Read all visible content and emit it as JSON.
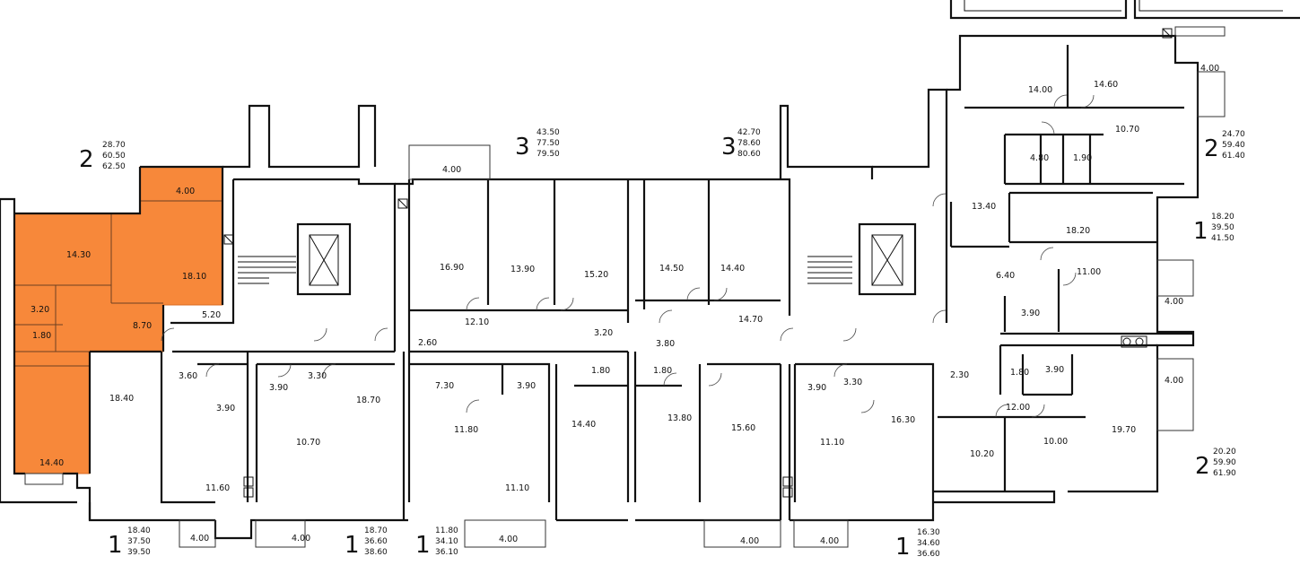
{
  "highlight_color": "#f7883a",
  "room_areas": [
    {
      "id": "a1",
      "text": "4.00"
    },
    {
      "id": "a2",
      "text": "14.30"
    },
    {
      "id": "a3",
      "text": "18.10"
    },
    {
      "id": "a4",
      "text": "3.20"
    },
    {
      "id": "a5",
      "text": "1.80"
    },
    {
      "id": "a6",
      "text": "8.70"
    },
    {
      "id": "a7",
      "text": "14.40"
    },
    {
      "id": "a8",
      "text": "5.20"
    },
    {
      "id": "a9",
      "text": "4.00"
    },
    {
      "id": "a10",
      "text": "16.90"
    },
    {
      "id": "a11",
      "text": "13.90"
    },
    {
      "id": "a12",
      "text": "15.20"
    },
    {
      "id": "a13",
      "text": "14.50"
    },
    {
      "id": "a14",
      "text": "14.40"
    },
    {
      "id": "a15",
      "text": "12.10"
    },
    {
      "id": "a16",
      "text": "2.60"
    },
    {
      "id": "a17",
      "text": "3.20"
    },
    {
      "id": "a18",
      "text": "14.70"
    },
    {
      "id": "a19",
      "text": "3.80"
    },
    {
      "id": "a20",
      "text": "1.80"
    },
    {
      "id": "a21",
      "text": "1.80"
    },
    {
      "id": "a22",
      "text": "3.60"
    },
    {
      "id": "a23",
      "text": "3.90"
    },
    {
      "id": "a24",
      "text": "3.30"
    },
    {
      "id": "a25",
      "text": "18.40"
    },
    {
      "id": "a26",
      "text": "3.90"
    },
    {
      "id": "a27",
      "text": "18.70"
    },
    {
      "id": "a28",
      "text": "10.70"
    },
    {
      "id": "a29",
      "text": "7.30"
    },
    {
      "id": "a30",
      "text": "3.90"
    },
    {
      "id": "a31",
      "text": "11.80"
    },
    {
      "id": "a32",
      "text": "14.40"
    },
    {
      "id": "a33",
      "text": "13.80"
    },
    {
      "id": "a34",
      "text": "15.60"
    },
    {
      "id": "a35",
      "text": "3.90"
    },
    {
      "id": "a36",
      "text": "3.30"
    },
    {
      "id": "a37",
      "text": "16.30"
    },
    {
      "id": "a38",
      "text": "11.10"
    },
    {
      "id": "a39",
      "text": "11.60"
    },
    {
      "id": "a40",
      "text": "11.10"
    },
    {
      "id": "a41",
      "text": "4.00"
    },
    {
      "id": "a42",
      "text": "4.00"
    },
    {
      "id": "a43",
      "text": "4.00"
    },
    {
      "id": "a44",
      "text": "4.00"
    },
    {
      "id": "a45",
      "text": "4.00"
    },
    {
      "id": "a46",
      "text": "14.00"
    },
    {
      "id": "a47",
      "text": "14.60"
    },
    {
      "id": "a48",
      "text": "10.70"
    },
    {
      "id": "a49",
      "text": "4.80"
    },
    {
      "id": "a50",
      "text": "1.90"
    },
    {
      "id": "a51",
      "text": "13.40"
    },
    {
      "id": "a52",
      "text": "18.20"
    },
    {
      "id": "a53",
      "text": "11.00"
    },
    {
      "id": "a54",
      "text": "6.40"
    },
    {
      "id": "a55",
      "text": "3.90"
    },
    {
      "id": "a56",
      "text": "4.00"
    },
    {
      "id": "a57",
      "text": "2.30"
    },
    {
      "id": "a58",
      "text": "1.80"
    },
    {
      "id": "a59",
      "text": "3.90"
    },
    {
      "id": "a60",
      "text": "12.00"
    },
    {
      "id": "a61",
      "text": "10.20"
    },
    {
      "id": "a62",
      "text": "10.00"
    },
    {
      "id": "a63",
      "text": "19.70"
    },
    {
      "id": "a64",
      "text": "4.00"
    },
    {
      "id": "a65",
      "text": "4.00"
    }
  ],
  "apartments": [
    {
      "id": "u1",
      "rooms": "2",
      "living": "28.70",
      "total": "60.50",
      "total_balcony": "62.50"
    },
    {
      "id": "u2",
      "rooms": "3",
      "living": "43.50",
      "total": "77.50",
      "total_balcony": "79.50"
    },
    {
      "id": "u3",
      "rooms": "3",
      "living": "42.70",
      "total": "78.60",
      "total_balcony": "80.60"
    },
    {
      "id": "u4",
      "rooms": "2",
      "living": "24.70",
      "total": "59.40",
      "total_balcony": "61.40"
    },
    {
      "id": "u5",
      "rooms": "1",
      "living": "18.20",
      "total": "39.50",
      "total_balcony": "41.50"
    },
    {
      "id": "u6",
      "rooms": "2",
      "living": "20.20",
      "total": "59.90",
      "total_balcony": "61.90"
    },
    {
      "id": "u7",
      "rooms": "1",
      "living": "18.40",
      "total": "37.50",
      "total_balcony": "39.50"
    },
    {
      "id": "u8",
      "rooms": "1",
      "living": "18.70",
      "total": "36.60",
      "total_balcony": "38.60"
    },
    {
      "id": "u9",
      "rooms": "1",
      "living": "11.80",
      "total": "34.10",
      "total_balcony": "36.10"
    },
    {
      "id": "u10",
      "rooms": "1",
      "living": "16.30",
      "total": "34.60",
      "total_balcony": "36.60"
    }
  ]
}
